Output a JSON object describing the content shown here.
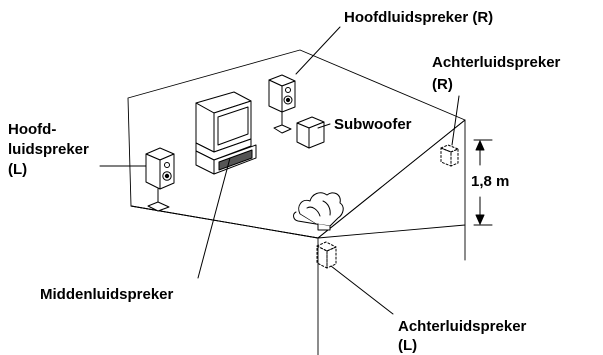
{
  "labels": {
    "main_right": "Hoofdluidspreker (R)",
    "rear_right_line1": "Achterluidspreker",
    "rear_right_line2": "(R)",
    "subwoofer": "Subwoofer",
    "main_left_line1": "Hoofd-",
    "main_left_line2": "luidspreker",
    "main_left_line3": "(L)",
    "height": "1,8 m",
    "center": "Middenluidspreker",
    "rear_left_line1": "Achterluidspreker",
    "rear_left_line2": "(L)"
  },
  "colors": {
    "line": "#000000",
    "fill": "#ffffff",
    "shade": "#444444"
  }
}
